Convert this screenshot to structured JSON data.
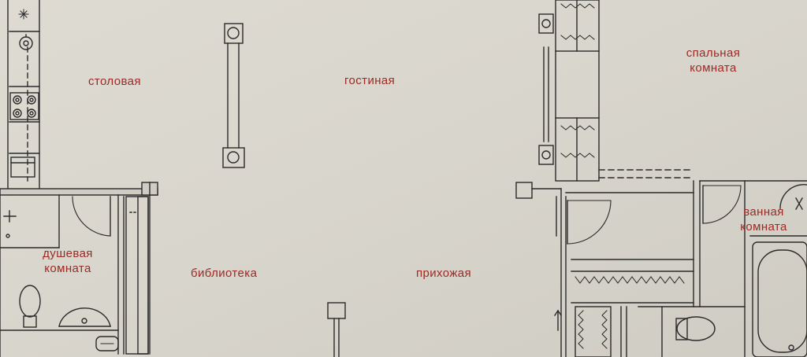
{
  "rooms": {
    "dining": "столовая",
    "living": "гостиная",
    "bedroom": {
      "line1": "спальная",
      "line2": "комната"
    },
    "shower": {
      "line1": "душевая",
      "line2": "комната"
    },
    "library": "библиотека",
    "hallway": "прихожая",
    "bathroom": {
      "line1": "ванная",
      "line2": "комната"
    }
  },
  "colors": {
    "paper": "#d9d6cd",
    "ink": "#2a2a2a",
    "label": "#9b2a24"
  },
  "fixtures": [
    "stove-icon",
    "sink-icon",
    "toilet-icon",
    "bathtub-icon",
    "washbasin-icon",
    "wardrobe-icon",
    "column-icon"
  ]
}
